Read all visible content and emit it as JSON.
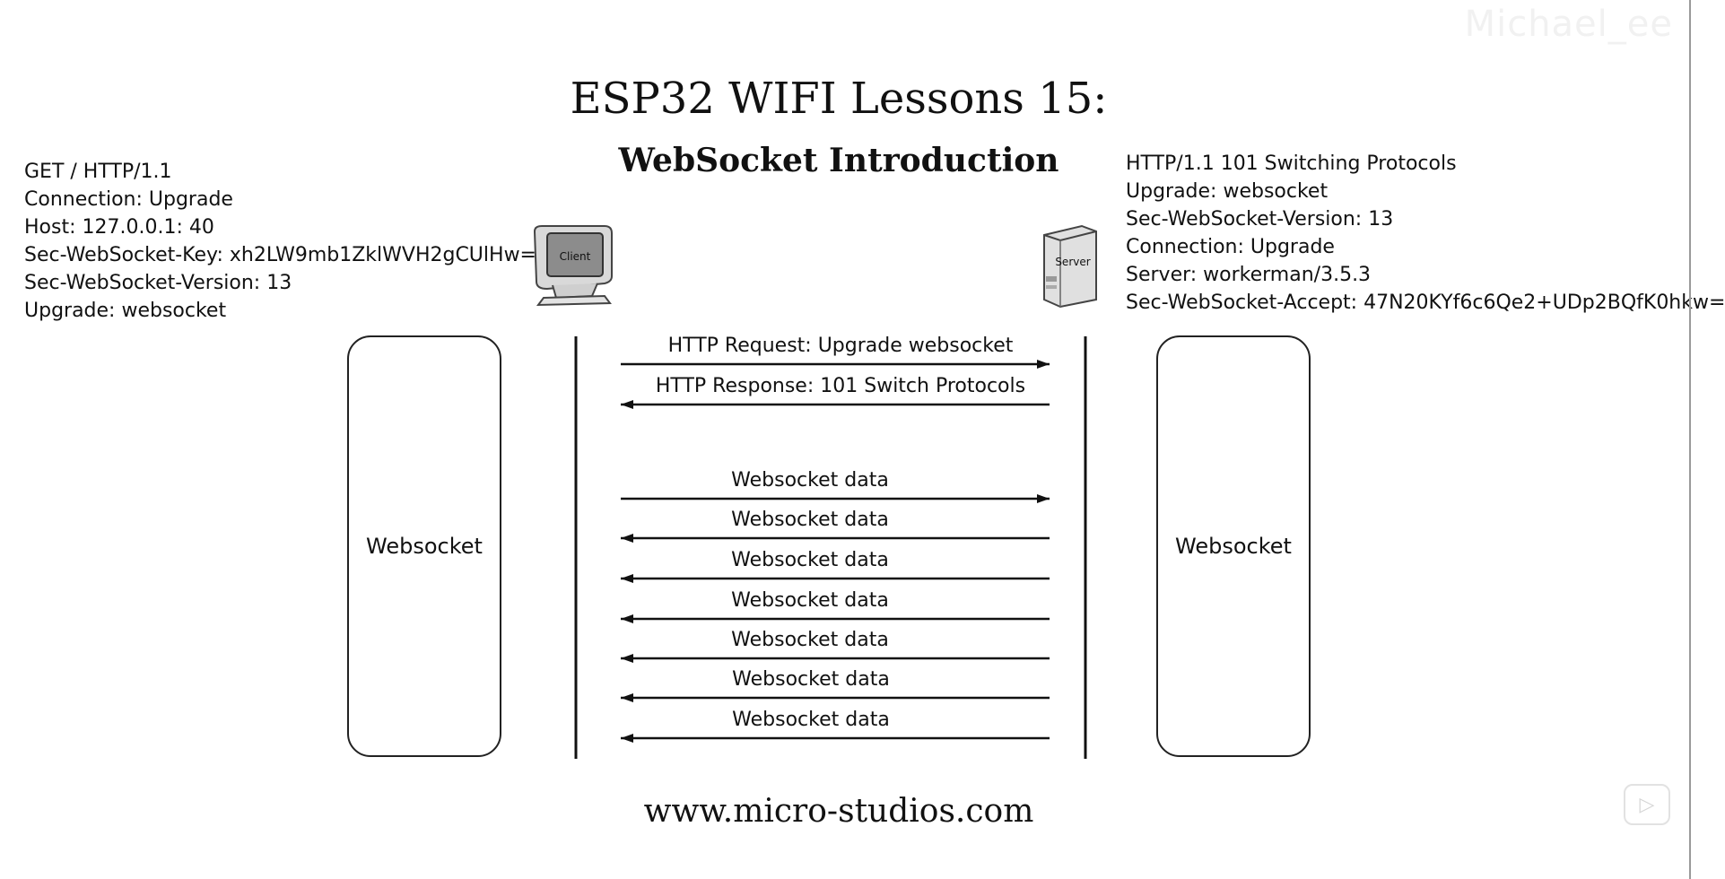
{
  "watermark": "Michael_ee",
  "title": "ESP32 WIFI Lessons 15:",
  "subtitle": "WebSocket Introduction",
  "footer": "www.micro-studios.com",
  "client_label": "Client",
  "server_label": "Server",
  "request_headers": [
    "GET /  HTTP/1.1",
    "Connection: Upgrade",
    "Host: 127.0.0.1: 40",
    "Sec-WebSocket-Key: xh2LW9mb1ZklWVH2gCUlHw==",
    "Sec-WebSocket-Version: 13",
    "Upgrade: websocket"
  ],
  "response_headers": [
    "HTTP/1.1 101 Switching Protocols",
    "Upgrade: websocket",
    "Sec-WebSocket-Version: 13",
    "Connection: Upgrade",
    "Server: workerman/3.5.3",
    "Sec-WebSocket-Accept: 47N20KYf6c6Qe2+UDp2BQfK0hkw="
  ],
  "left_box_label": "Websocket",
  "right_box_label": "Websocket",
  "messages": [
    {
      "label": "HTTP Request: Upgrade websocket",
      "direction": "right"
    },
    {
      "label": "HTTP Response: 101 Switch Protocols",
      "direction": "left"
    },
    {
      "label": "Websocket data",
      "direction": "right"
    },
    {
      "label": "Websocket data",
      "direction": "left"
    },
    {
      "label": "Websocket data",
      "direction": "left"
    },
    {
      "label": "Websocket data",
      "direction": "left"
    },
    {
      "label": "Websocket data",
      "direction": "left"
    },
    {
      "label": "Websocket data",
      "direction": "left"
    },
    {
      "label": "Websocket data",
      "direction": "left"
    }
  ],
  "colors": {
    "line": "#111111",
    "background": "#ffffff"
  }
}
